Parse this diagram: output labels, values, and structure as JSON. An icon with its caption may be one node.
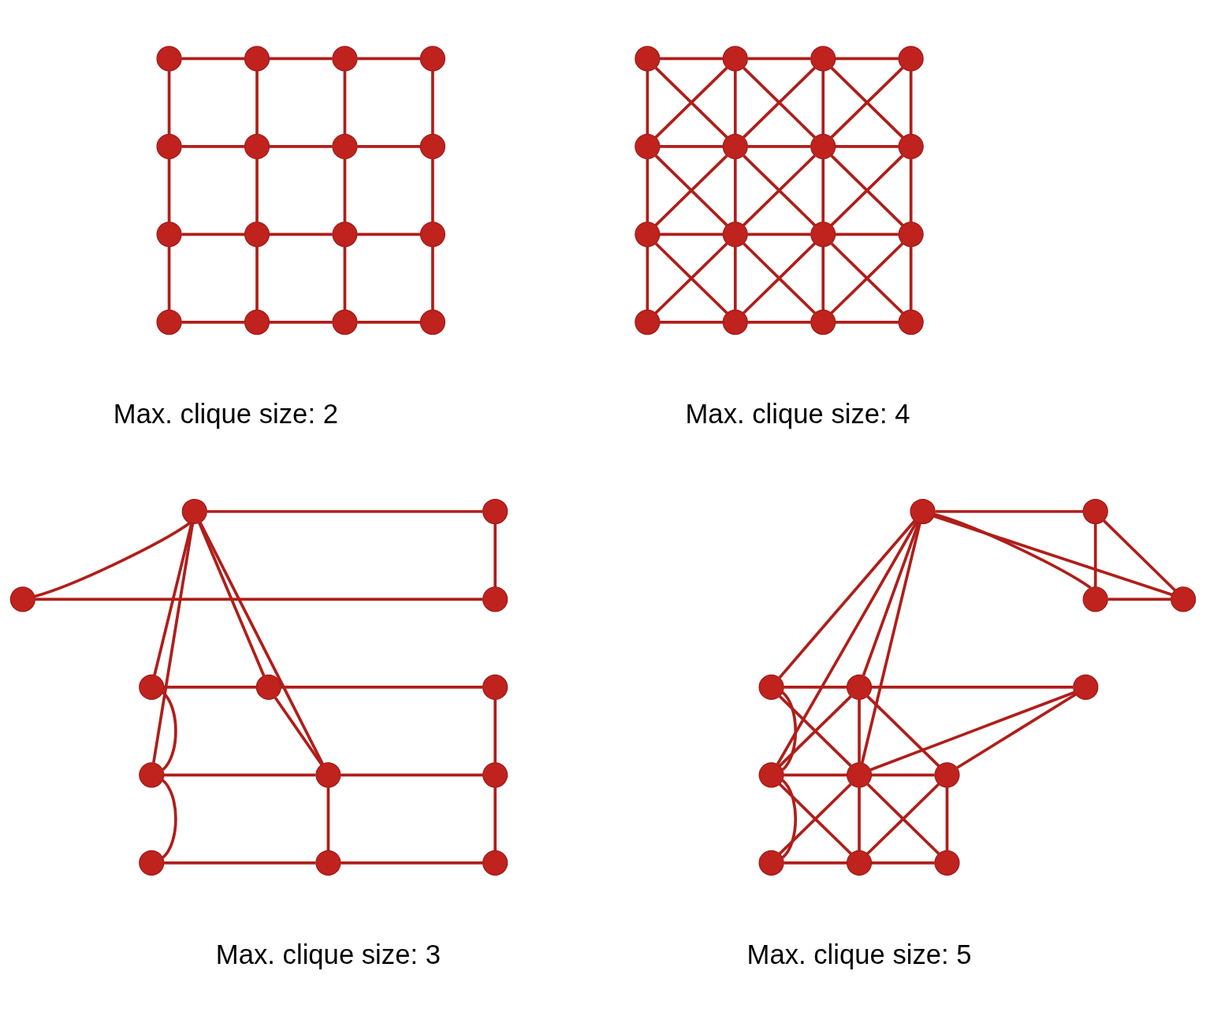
{
  "diagram": {
    "nodes": [
      {
        "text": [],
        "shape": "circle"
      },
      {
        "text": [],
        "shape": "circle"
      },
      {
        "text": [],
        "shape": "circle"
      },
      {
        "text": [],
        "shape": "circle"
      },
      {
        "text": [],
        "shape": "circle"
      },
      {
        "text": [],
        "shape": "circle"
      },
      {
        "text": [],
        "shape": "circle"
      },
      {
        "text": [],
        "shape": "circle"
      },
      {
        "text": [],
        "shape": "circle"
      },
      {
        "text": [],
        "shape": "circle"
      },
      {
        "text": [],
        "shape": "circle"
      },
      {
        "text": [],
        "shape": "circle"
      },
      {
        "text": [],
        "shape": "circle"
      },
      {
        "text": [],
        "shape": "circle"
      },
      {
        "text": [],
        "shape": "circle"
      },
      {
        "text": [],
        "shape": "circle"
      },
      {
        "text": [],
        "shape": "circle"
      },
      {
        "text": [],
        "shape": "circle"
      },
      {
        "text": [],
        "shape": "circle"
      },
      {
        "text": [],
        "shape": "circle"
      },
      {
        "text": [],
        "shape": "circle"
      },
      {
        "text": [],
        "shape": "circle"
      },
      {
        "text": [],
        "shape": "circle"
      },
      {
        "text": [],
        "shape": "circle"
      },
      {
        "text": [],
        "shape": "circle"
      },
      {
        "text": [],
        "shape": "circle"
      },
      {
        "text": [],
        "shape": "circle"
      },
      {
        "text": [],
        "shape": "circle"
      },
      {
        "text": [],
        "shape": "circle"
      },
      {
        "text": [],
        "shape": "circle"
      },
      {
        "text": [],
        "shape": "circle"
      },
      {
        "text": [],
        "shape": "circle"
      },
      {
        "text": [],
        "shape": "circle"
      },
      {
        "text": [],
        "shape": "circle"
      },
      {
        "text": [],
        "shape": "circle"
      },
      {
        "text": [],
        "shape": "circle"
      },
      {
        "text": [],
        "shape": "circle"
      },
      {
        "text": [],
        "shape": "circle"
      },
      {
        "text": [],
        "shape": "circle"
      },
      {
        "text": [],
        "shape": "circle"
      },
      {
        "text": [],
        "shape": "circle"
      },
      {
        "text": [],
        "shape": "circle"
      },
      {
        "text": [],
        "shape": "circle"
      },
      {
        "text": [],
        "shape": "circle"
      },
      {
        "text": [],
        "shape": "circle"
      },
      {
        "text": [],
        "shape": "circle"
      },
      {
        "text": [],
        "shape": "circle"
      },
      {
        "text": [],
        "shape": "circle"
      },
      {
        "text": [],
        "shape": "circle"
      },
      {
        "text": [],
        "shape": "circle"
      },
      {
        "text": [],
        "shape": "circle"
      },
      {
        "text": [],
        "shape": "circle"
      },
      {
        "text": [],
        "shape": "circle"
      },
      {
        "text": [],
        "shape": "circle"
      },
      {
        "text": [],
        "shape": "circle"
      },
      {
        "text": [],
        "shape": "circle"
      },
      {
        "text": [],
        "shape": "circle"
      },
      {
        "text": [],
        "shape": "circle"
      }
    ],
    "edges": [
      {
        "from": 0,
        "to": 1,
        "arrow": "none"
      },
      {
        "from": 1,
        "to": 2,
        "arrow": "none"
      },
      {
        "from": 2,
        "to": 3,
        "arrow": "none"
      },
      {
        "from": 4,
        "to": 5,
        "arrow": "none"
      },
      {
        "from": 5,
        "to": 6,
        "arrow": "none"
      },
      {
        "from": 6,
        "to": 7,
        "arrow": "none"
      },
      {
        "from": 8,
        "to": 9,
        "arrow": "none"
      },
      {
        "from": 9,
        "to": 10,
        "arrow": "none"
      },
      {
        "from": 10,
        "to": 11,
        "arrow": "none"
      },
      {
        "from": 12,
        "to": 13,
        "arrow": "none"
      },
      {
        "from": 13,
        "to": 14,
        "arrow": "none"
      },
      {
        "from": 14,
        "to": 15,
        "arrow": "none"
      },
      {
        "from": 0,
        "to": 4,
        "arrow": "none"
      },
      {
        "from": 1,
        "to": 5,
        "arrow": "none"
      },
      {
        "from": 2,
        "to": 6,
        "arrow": "none"
      },
      {
        "from": 3,
        "to": 7,
        "arrow": "none"
      },
      {
        "from": 4,
        "to": 8,
        "arrow": "none"
      },
      {
        "from": 5,
        "to": 9,
        "arrow": "none"
      },
      {
        "from": 6,
        "to": 10,
        "arrow": "none"
      },
      {
        "from": 7,
        "to": 11,
        "arrow": "none"
      },
      {
        "from": 8,
        "to": 12,
        "arrow": "none"
      },
      {
        "from": 9,
        "to": 13,
        "arrow": "none"
      },
      {
        "from": 10,
        "to": 14,
        "arrow": "none"
      },
      {
        "from": 11,
        "to": 15,
        "arrow": "none"
      },
      {
        "from": 16,
        "to": 17,
        "arrow": "none"
      },
      {
        "from": 17,
        "to": 18,
        "arrow": "none"
      },
      {
        "from": 18,
        "to": 19,
        "arrow": "none"
      },
      {
        "from": 20,
        "to": 21,
        "arrow": "none"
      },
      {
        "from": 21,
        "to": 22,
        "arrow": "none"
      },
      {
        "from": 22,
        "to": 23,
        "arrow": "none"
      },
      {
        "from": 24,
        "to": 25,
        "arrow": "none"
      },
      {
        "from": 25,
        "to": 26,
        "arrow": "none"
      },
      {
        "from": 26,
        "to": 27,
        "arrow": "none"
      },
      {
        "from": 28,
        "to": 29,
        "arrow": "none"
      },
      {
        "from": 29,
        "to": 30,
        "arrow": "none"
      },
      {
        "from": 30,
        "to": 31,
        "arrow": "none"
      },
      {
        "from": 16,
        "to": 20,
        "arrow": "none"
      },
      {
        "from": 17,
        "to": 21,
        "arrow": "none"
      },
      {
        "from": 18,
        "to": 22,
        "arrow": "none"
      },
      {
        "from": 19,
        "to": 23,
        "arrow": "none"
      },
      {
        "from": 20,
        "to": 24,
        "arrow": "none"
      },
      {
        "from": 21,
        "to": 25,
        "arrow": "none"
      },
      {
        "from": 22,
        "to": 26,
        "arrow": "none"
      },
      {
        "from": 23,
        "to": 27,
        "arrow": "none"
      },
      {
        "from": 24,
        "to": 28,
        "arrow": "none"
      },
      {
        "from": 25,
        "to": 29,
        "arrow": "none"
      },
      {
        "from": 26,
        "to": 30,
        "arrow": "none"
      },
      {
        "from": 27,
        "to": 31,
        "arrow": "none"
      },
      {
        "from": 16,
        "to": 21,
        "arrow": "none"
      },
      {
        "from": 17,
        "to": 20,
        "arrow": "none"
      },
      {
        "from": 17,
        "to": 22,
        "arrow": "none"
      },
      {
        "from": 18,
        "to": 21,
        "arrow": "none"
      },
      {
        "from": 18,
        "to": 23,
        "arrow": "none"
      },
      {
        "from": 19,
        "to": 22,
        "arrow": "none"
      },
      {
        "from": 20,
        "to": 25,
        "arrow": "none"
      },
      {
        "from": 21,
        "to": 24,
        "arrow": "none"
      },
      {
        "from": 21,
        "to": 26,
        "arrow": "none"
      },
      {
        "from": 22,
        "to": 25,
        "arrow": "none"
      },
      {
        "from": 22,
        "to": 27,
        "arrow": "none"
      },
      {
        "from": 23,
        "to": 26,
        "arrow": "none"
      },
      {
        "from": 24,
        "to": 29,
        "arrow": "none"
      },
      {
        "from": 25,
        "to": 28,
        "arrow": "none"
      },
      {
        "from": 25,
        "to": 30,
        "arrow": "none"
      },
      {
        "from": 26,
        "to": 29,
        "arrow": "none"
      },
      {
        "from": 26,
        "to": 31,
        "arrow": "none"
      },
      {
        "from": 27,
        "to": 30,
        "arrow": "none"
      },
      {
        "from": 32,
        "to": 33,
        "arrow": "none"
      },
      {
        "from": 32,
        "to": 34,
        "arrow": "none"
      },
      {
        "from": 34,
        "to": 35,
        "arrow": "none"
      },
      {
        "from": 33,
        "to": 35,
        "arrow": "none"
      },
      {
        "from": 32,
        "to": 36,
        "arrow": "none"
      },
      {
        "from": 32,
        "to": 37,
        "arrow": "none"
      },
      {
        "from": 32,
        "to": 39,
        "arrow": "none"
      },
      {
        "from": 32,
        "to": 40,
        "arrow": "none"
      },
      {
        "from": 36,
        "to": 37,
        "arrow": "none"
      },
      {
        "from": 37,
        "to": 38,
        "arrow": "none"
      },
      {
        "from": 39,
        "to": 40,
        "arrow": "none"
      },
      {
        "from": 40,
        "to": 41,
        "arrow": "none"
      },
      {
        "from": 42,
        "to": 43,
        "arrow": "none"
      },
      {
        "from": 43,
        "to": 44,
        "arrow": "none"
      },
      {
        "from": 36,
        "to": 39,
        "arrow": "none"
      },
      {
        "from": 39,
        "to": 42,
        "arrow": "none"
      },
      {
        "from": 37,
        "to": 40,
        "arrow": "none"
      },
      {
        "from": 40,
        "to": 43,
        "arrow": "none"
      },
      {
        "from": 38,
        "to": 41,
        "arrow": "none"
      },
      {
        "from": 41,
        "to": 44,
        "arrow": "none"
      },
      {
        "from": 45,
        "to": 46,
        "arrow": "none"
      },
      {
        "from": 45,
        "to": 47,
        "arrow": "none"
      },
      {
        "from": 47,
        "to": 48,
        "arrow": "none"
      },
      {
        "from": 46,
        "to": 48,
        "arrow": "none"
      },
      {
        "from": 46,
        "to": 47,
        "arrow": "none"
      },
      {
        "from": 45,
        "to": 48,
        "arrow": "none"
      },
      {
        "from": 45,
        "to": 49,
        "arrow": "none"
      },
      {
        "from": 45,
        "to": 50,
        "arrow": "none"
      },
      {
        "from": 45,
        "to": 52,
        "arrow": "none"
      },
      {
        "from": 45,
        "to": 53,
        "arrow": "none"
      },
      {
        "from": 49,
        "to": 50,
        "arrow": "none"
      },
      {
        "from": 50,
        "to": 51,
        "arrow": "none"
      },
      {
        "from": 52,
        "to": 53,
        "arrow": "none"
      },
      {
        "from": 53,
        "to": 54,
        "arrow": "none"
      },
      {
        "from": 55,
        "to": 56,
        "arrow": "none"
      },
      {
        "from": 56,
        "to": 57,
        "arrow": "none"
      },
      {
        "from": 49,
        "to": 52,
        "arrow": "none"
      },
      {
        "from": 52,
        "to": 55,
        "arrow": "none"
      },
      {
        "from": 50,
        "to": 53,
        "arrow": "none"
      },
      {
        "from": 53,
        "to": 56,
        "arrow": "none"
      },
      {
        "from": 51,
        "to": 54,
        "arrow": "none"
      },
      {
        "from": 54,
        "to": 57,
        "arrow": "none"
      },
      {
        "from": 49,
        "to": 53,
        "arrow": "none"
      },
      {
        "from": 50,
        "to": 52,
        "arrow": "none"
      },
      {
        "from": 50,
        "to": 54,
        "arrow": "none"
      },
      {
        "from": 51,
        "to": 53,
        "arrow": "none"
      },
      {
        "from": 52,
        "to": 56,
        "arrow": "none"
      },
      {
        "from": 53,
        "to": 55,
        "arrow": "none"
      },
      {
        "from": 53,
        "to": 57,
        "arrow": "none"
      },
      {
        "from": 54,
        "to": 56,
        "arrow": "none"
      }
    ],
    "labels": [
      "Max. clique size: 2",
      "Max. clique size: 4",
      "Max. clique size: 3",
      "Max. clique size: 5"
    ]
  }
}
